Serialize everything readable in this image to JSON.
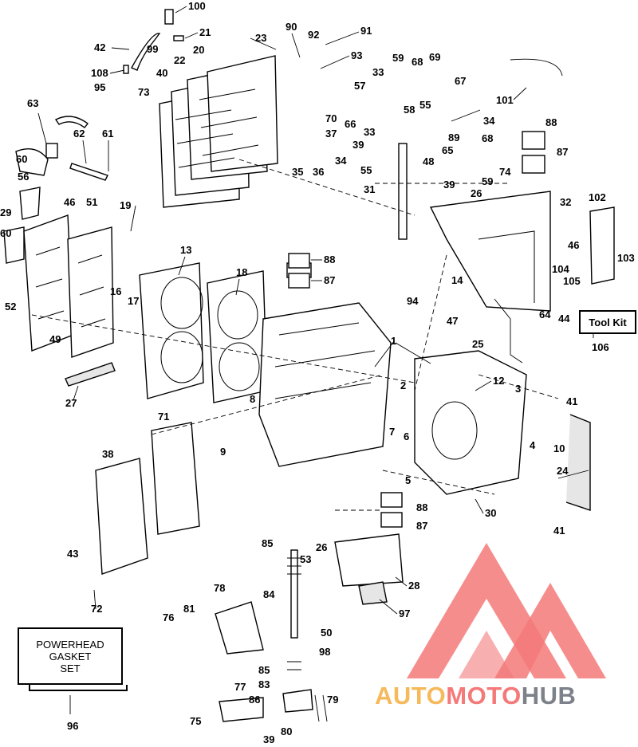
{
  "diagram": {
    "callouts": [
      "100",
      "21",
      "42",
      "99",
      "108",
      "90",
      "92",
      "91",
      "23",
      "20",
      "22",
      "93",
      "40",
      "73",
      "95",
      "33",
      "59",
      "68",
      "69",
      "57",
      "67",
      "101",
      "63",
      "66",
      "58",
      "55",
      "70",
      "34",
      "33",
      "89",
      "37",
      "62",
      "61",
      "39",
      "68",
      "88",
      "60",
      "56",
      "35",
      "36",
      "34",
      "65",
      "48",
      "87",
      "55",
      "74",
      "39",
      "59",
      "31",
      "26",
      "32",
      "102",
      "46",
      "51",
      "19",
      "29",
      "60",
      "13",
      "46",
      "103",
      "104",
      "105",
      "18",
      "88",
      "16",
      "17",
      "87",
      "14",
      "52",
      "94",
      "47",
      "64",
      "44",
      "25",
      "49",
      "1",
      "12",
      "2",
      "3",
      "27",
      "41",
      "8",
      "71",
      "7",
      "6",
      "4",
      "10",
      "9",
      "38",
      "5",
      "24",
      "30",
      "88",
      "87",
      "85",
      "26",
      "53",
      "43",
      "28",
      "41",
      "72",
      "78",
      "84",
      "97",
      "76",
      "81",
      "50",
      "98",
      "85",
      "83",
      "77",
      "86",
      "79",
      "75",
      "39",
      "80"
    ],
    "toolkit": {
      "label": "Tool Kit",
      "number": "106"
    },
    "gasket_set": {
      "line1": "POWERHEAD",
      "line2": "GASKET",
      "line3": "SET",
      "number": "96"
    }
  },
  "watermark": {
    "text_a": "AUTO",
    "text_b": "MOTO",
    "text_c": "HUB"
  },
  "colors": {
    "watermark_red": "#f47979",
    "watermark_orange": "#f6b95b",
    "watermark_grey": "#7d8189"
  }
}
